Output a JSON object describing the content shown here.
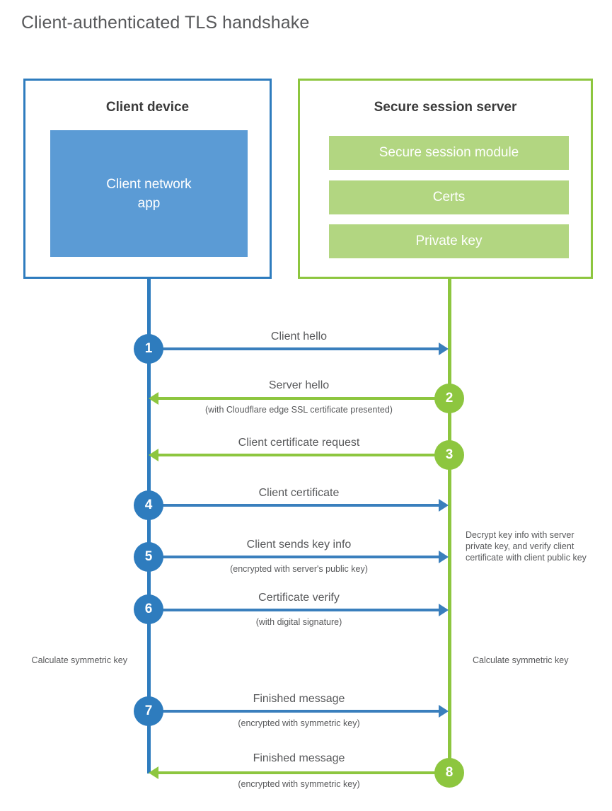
{
  "page": {
    "title": "Client-authenticated TLS handshake"
  },
  "colors": {
    "client_blue": "#2e7cbe",
    "client_app_blue": "#5b9bd5",
    "server_green": "#8dc63f",
    "server_bar_green": "#b2d681",
    "text_gray": "#58595b"
  },
  "client": {
    "title": "Client device",
    "app_line1": "Client network",
    "app_line2": "app"
  },
  "server": {
    "title": "Secure session server",
    "bars": [
      {
        "label": "Secure session module"
      },
      {
        "label": "Certs"
      },
      {
        "label": "Private key"
      }
    ]
  },
  "steps": [
    {
      "number": "1",
      "label": "Client hello",
      "sub": "",
      "direction": "client-to-server",
      "color": "blue"
    },
    {
      "number": "2",
      "label": "Server hello",
      "sub": "(with Cloudflare edge SSL certificate presented)",
      "direction": "server-to-client",
      "color": "green"
    },
    {
      "number": "3",
      "label": "Client certificate request",
      "sub": "",
      "direction": "server-to-client",
      "color": "green"
    },
    {
      "number": "4",
      "label": "Client certificate",
      "sub": "",
      "direction": "client-to-server",
      "color": "blue"
    },
    {
      "number": "5",
      "label": "Client sends key info",
      "sub": "(encrypted with server's public key)",
      "direction": "client-to-server",
      "color": "blue"
    },
    {
      "number": "6",
      "label": "Certificate verify",
      "sub": "(with digital signature)",
      "direction": "client-to-server",
      "color": "blue"
    },
    {
      "number": "7",
      "label": "Finished message",
      "sub": "(encrypted with symmetric key)",
      "direction": "client-to-server",
      "color": "blue"
    },
    {
      "number": "8",
      "label": "Finished message",
      "sub": "(encrypted with symmetric key)",
      "direction": "server-to-client",
      "color": "green"
    }
  ],
  "notes": {
    "decrypt": "Decrypt key info with server private key, and verify client certificate with client public key",
    "calculate_client": "Calculate symmetric key",
    "calculate_server": "Calculate symmetric key"
  }
}
